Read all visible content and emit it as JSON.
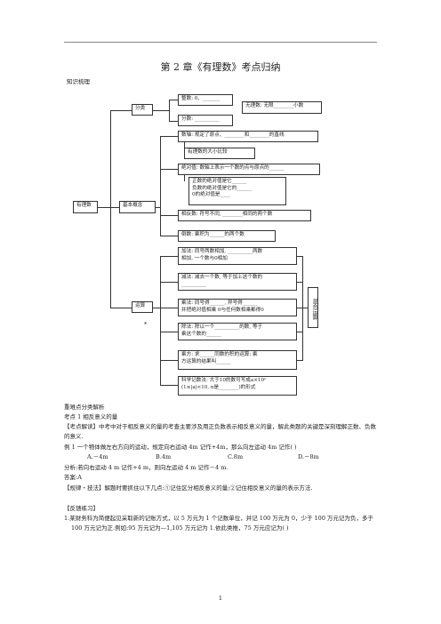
{
  "header_rule": "",
  "title": "第 2 章《有理数》考点归纳",
  "section": "知识梳理",
  "diagram": {
    "root": "有理数",
    "fenlei": "分类",
    "jiben": "基本概念",
    "yunsuan": "运算",
    "zhengshu": "整数: 0、_______",
    "fenshu": "分数: __________",
    "wuli": "无理数: 无限________小数",
    "shuzhou": "数轴: 规定了原点、________和________的直线",
    "bijiao": "有理数的大小比较",
    "jdz": "绝对值: 数轴上表示一个数的点与原点的______",
    "jdz_lines": [
      "正数的绝对值是它______",
      "负数的绝对值是它的______",
      "0的绝对值是____"
    ],
    "xfs": "相反数: 符号不同, ________相同的两个数",
    "ds": "倒数: 乘积为______的两个数",
    "jf": [
      "加法: 同号两数相加, __________两数",
      "相加, 一个数与0相加"
    ],
    "jianfa": [
      "减法: 减去一个数, 等于加上这个数的",
      "__________"
    ],
    "cf": [
      "乘法: 同号得______, 异号得______",
      "并把绝对值相乘 0与任何数相乘都得0"
    ],
    "chu": [
      "除法: 除以一个__________的数, 等于",
      "乘这个数的______"
    ],
    "cfang": [
      "乘方: 求______同数的积的运算; 乘",
      "方运算的结果叫______"
    ],
    "kx": [
      "科学记数法: 大于10的数可写成a×10ⁿ",
      "(1≤|a|<10, n是________)的形式"
    ],
    "hunhe": "混合运算",
    "star": "*"
  },
  "body": {
    "heading": "重难点分类解析",
    "kaodian": "考点 1     相反意义的量",
    "jiedu": "【考点解读】中考中对于相反意义的量的考查主要涉及用正负数表示相反意义的量，解此类题的关键是深刻理解正数、负数的意义.",
    "li1": "例 1     一个物体做左右方向的运动，规定向右运动 4m 记作+4m，那么向左运动 4m 记作(       )",
    "options": [
      "A.－4m",
      "B.4m",
      "C.8m",
      "D.－8m"
    ],
    "fenxi": "分析:若向右运动 4 m 记作+4 m，则向左运动 4 m 记作－4 m.",
    "answer": "答案:A",
    "guilv": "【规律・技法】解题时要抓住以下几点:①记住区分相反意义的量;②记住相反意义的量的表示方法.",
    "fankui": "【反馈练习】",
    "q1": "1.某财务科为简便起见采取新的记账方式，以 5 万元为 1 个记数单位，并记 100 万元为 0，少于 100 万元记为负，多于 100 万元记为正.例如:95 万元记为—1,105 万元记为 1.依此类推，75 万元应记为(       )"
  },
  "page_number": "1"
}
